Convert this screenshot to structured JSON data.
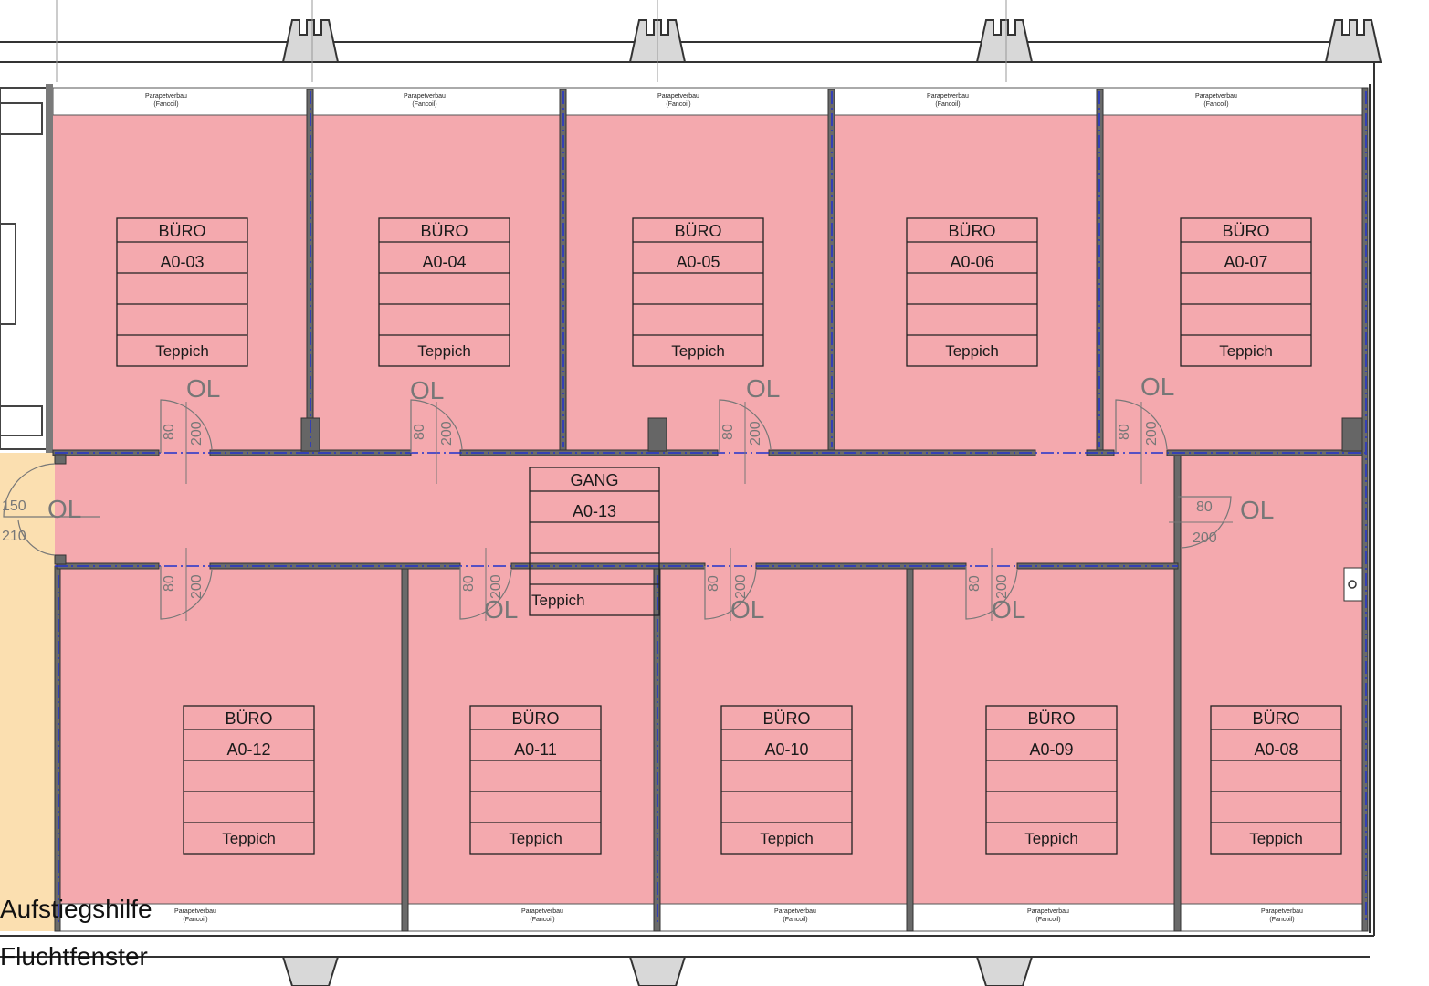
{
  "rooms": [
    {
      "type": "BÜRO",
      "number": "A0-03",
      "floor": "Teppich"
    },
    {
      "type": "BÜRO",
      "number": "A0-04",
      "floor": "Teppich"
    },
    {
      "type": "BÜRO",
      "number": "A0-05",
      "floor": "Teppich"
    },
    {
      "type": "BÜRO",
      "number": "A0-06",
      "floor": "Teppich"
    },
    {
      "type": "BÜRO",
      "number": "A0-07",
      "floor": "Teppich"
    },
    {
      "type": "BÜRO",
      "number": "A0-12",
      "floor": "Teppich"
    },
    {
      "type": "BÜRO",
      "number": "A0-11",
      "floor": "Teppich"
    },
    {
      "type": "BÜRO",
      "number": "A0-10",
      "floor": "Teppich"
    },
    {
      "type": "BÜRO",
      "number": "A0-09",
      "floor": "Teppich"
    },
    {
      "type": "BÜRO",
      "number": "A0-08",
      "floor": "Teppich"
    },
    {
      "type": "GANG",
      "number": "A0-13",
      "floor": "Teppich"
    }
  ],
  "parapet": {
    "line1": "Parapetverbau",
    "line2": "(Fancoil)"
  },
  "door": {
    "opening_label": "OL",
    "width": "80",
    "height": "200"
  },
  "stair_door": {
    "width": "150",
    "height": "210"
  },
  "annotations": {
    "climb_aid": "Aufstiegshilfe",
    "escape_window": "Fluchtfenster"
  },
  "colors": {
    "office_fill": "#f4a9ae",
    "stair_fill": "#fbdfb0",
    "wall": "#555555",
    "axis_line": "#2233cc"
  }
}
